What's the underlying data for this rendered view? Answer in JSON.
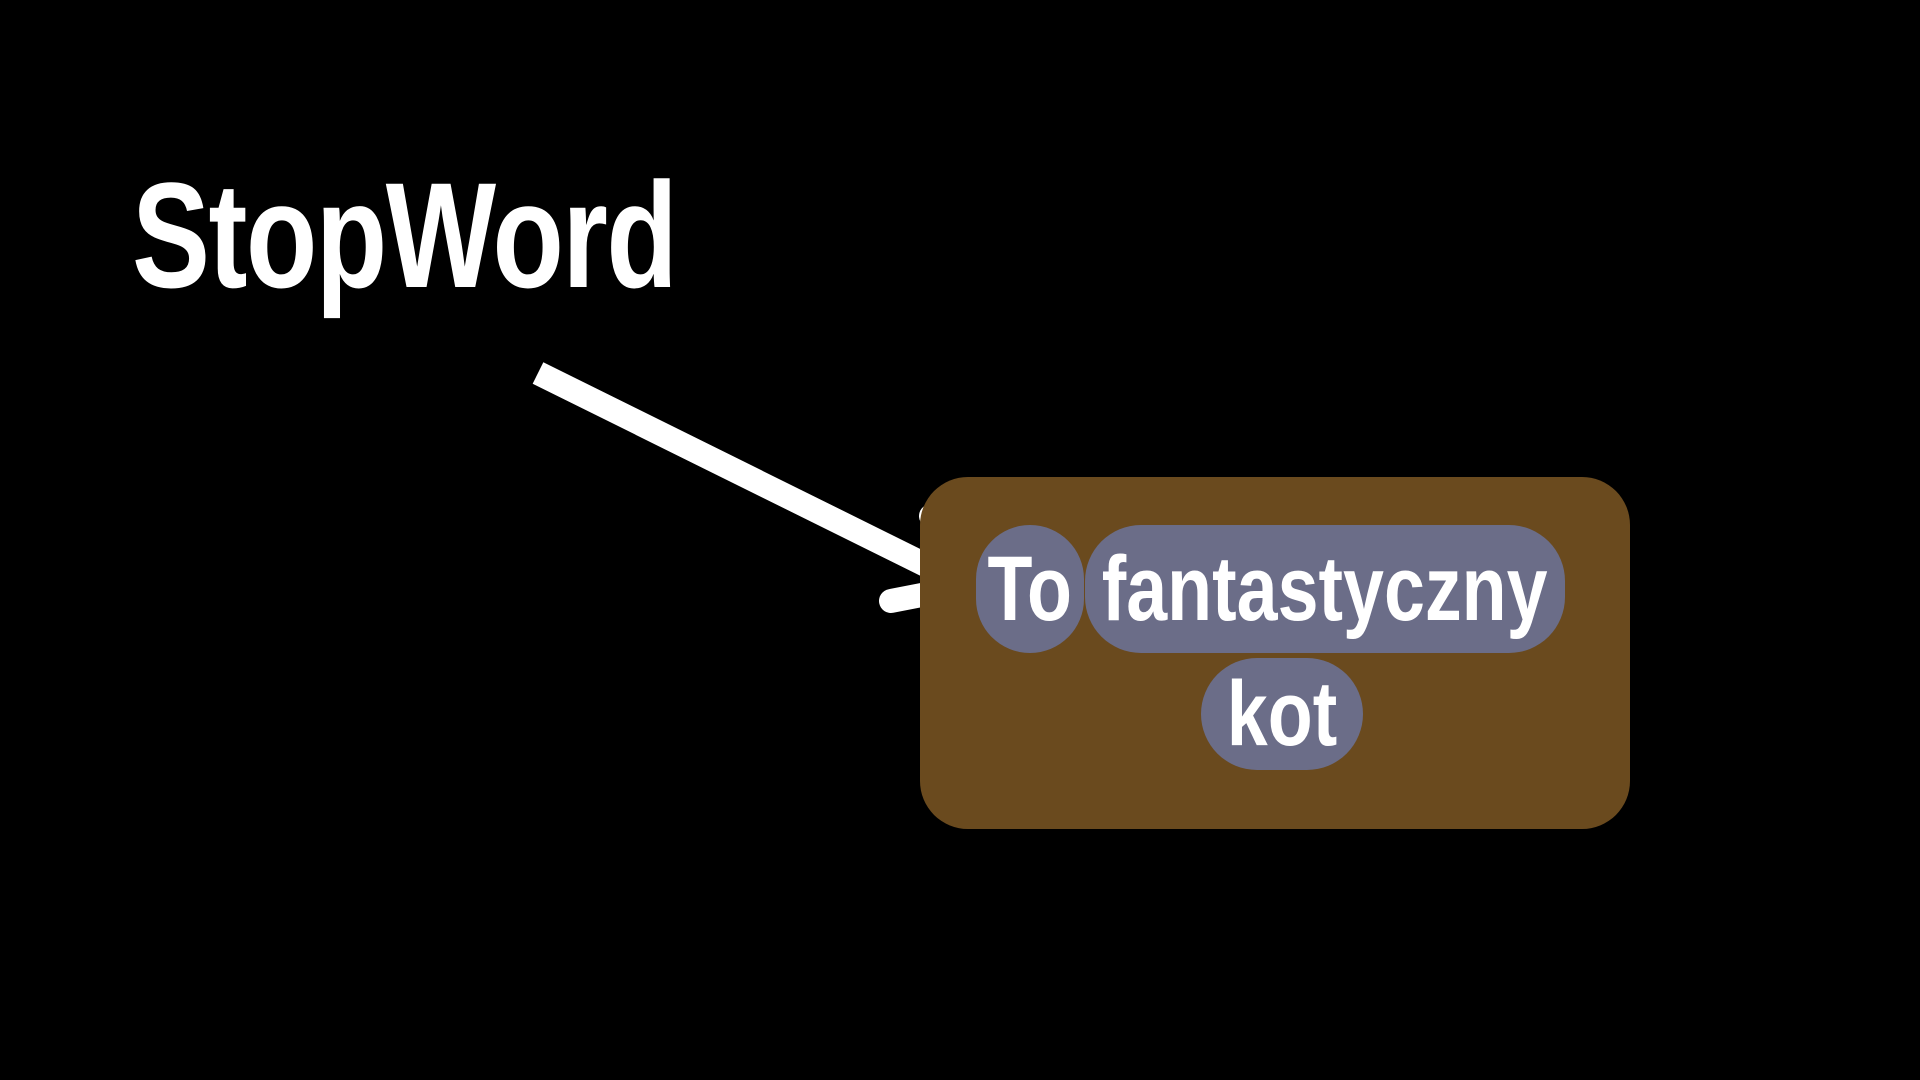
{
  "diagram": {
    "label": "StopWord",
    "tokens": [
      "To",
      "fantastyczny",
      "kot"
    ],
    "colors": {
      "background": "#000000",
      "sentence_box": "#6a4a1e",
      "token": "#6b6d88",
      "text": "#ffffff",
      "arrow": "#ffffff"
    }
  }
}
